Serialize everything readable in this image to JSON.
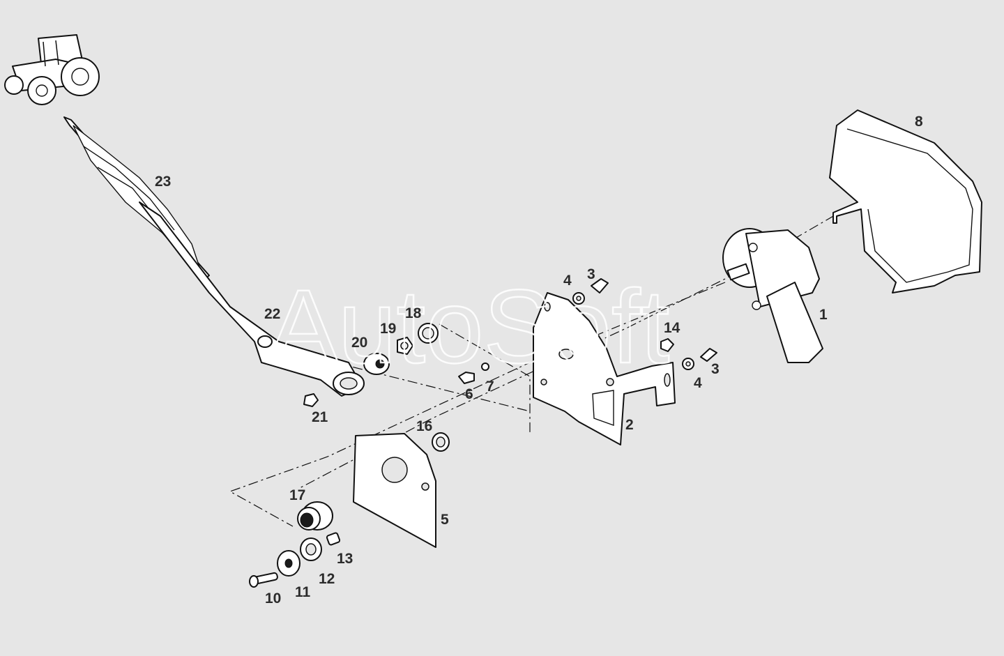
{
  "watermark": "AutoSoft",
  "callouts": [
    "1",
    "2",
    "3",
    "3",
    "4",
    "4",
    "5",
    "6",
    "7",
    "8",
    "10",
    "11",
    "12",
    "13",
    "14",
    "16",
    "17",
    "18",
    "19",
    "20",
    "21",
    "22",
    "23"
  ]
}
